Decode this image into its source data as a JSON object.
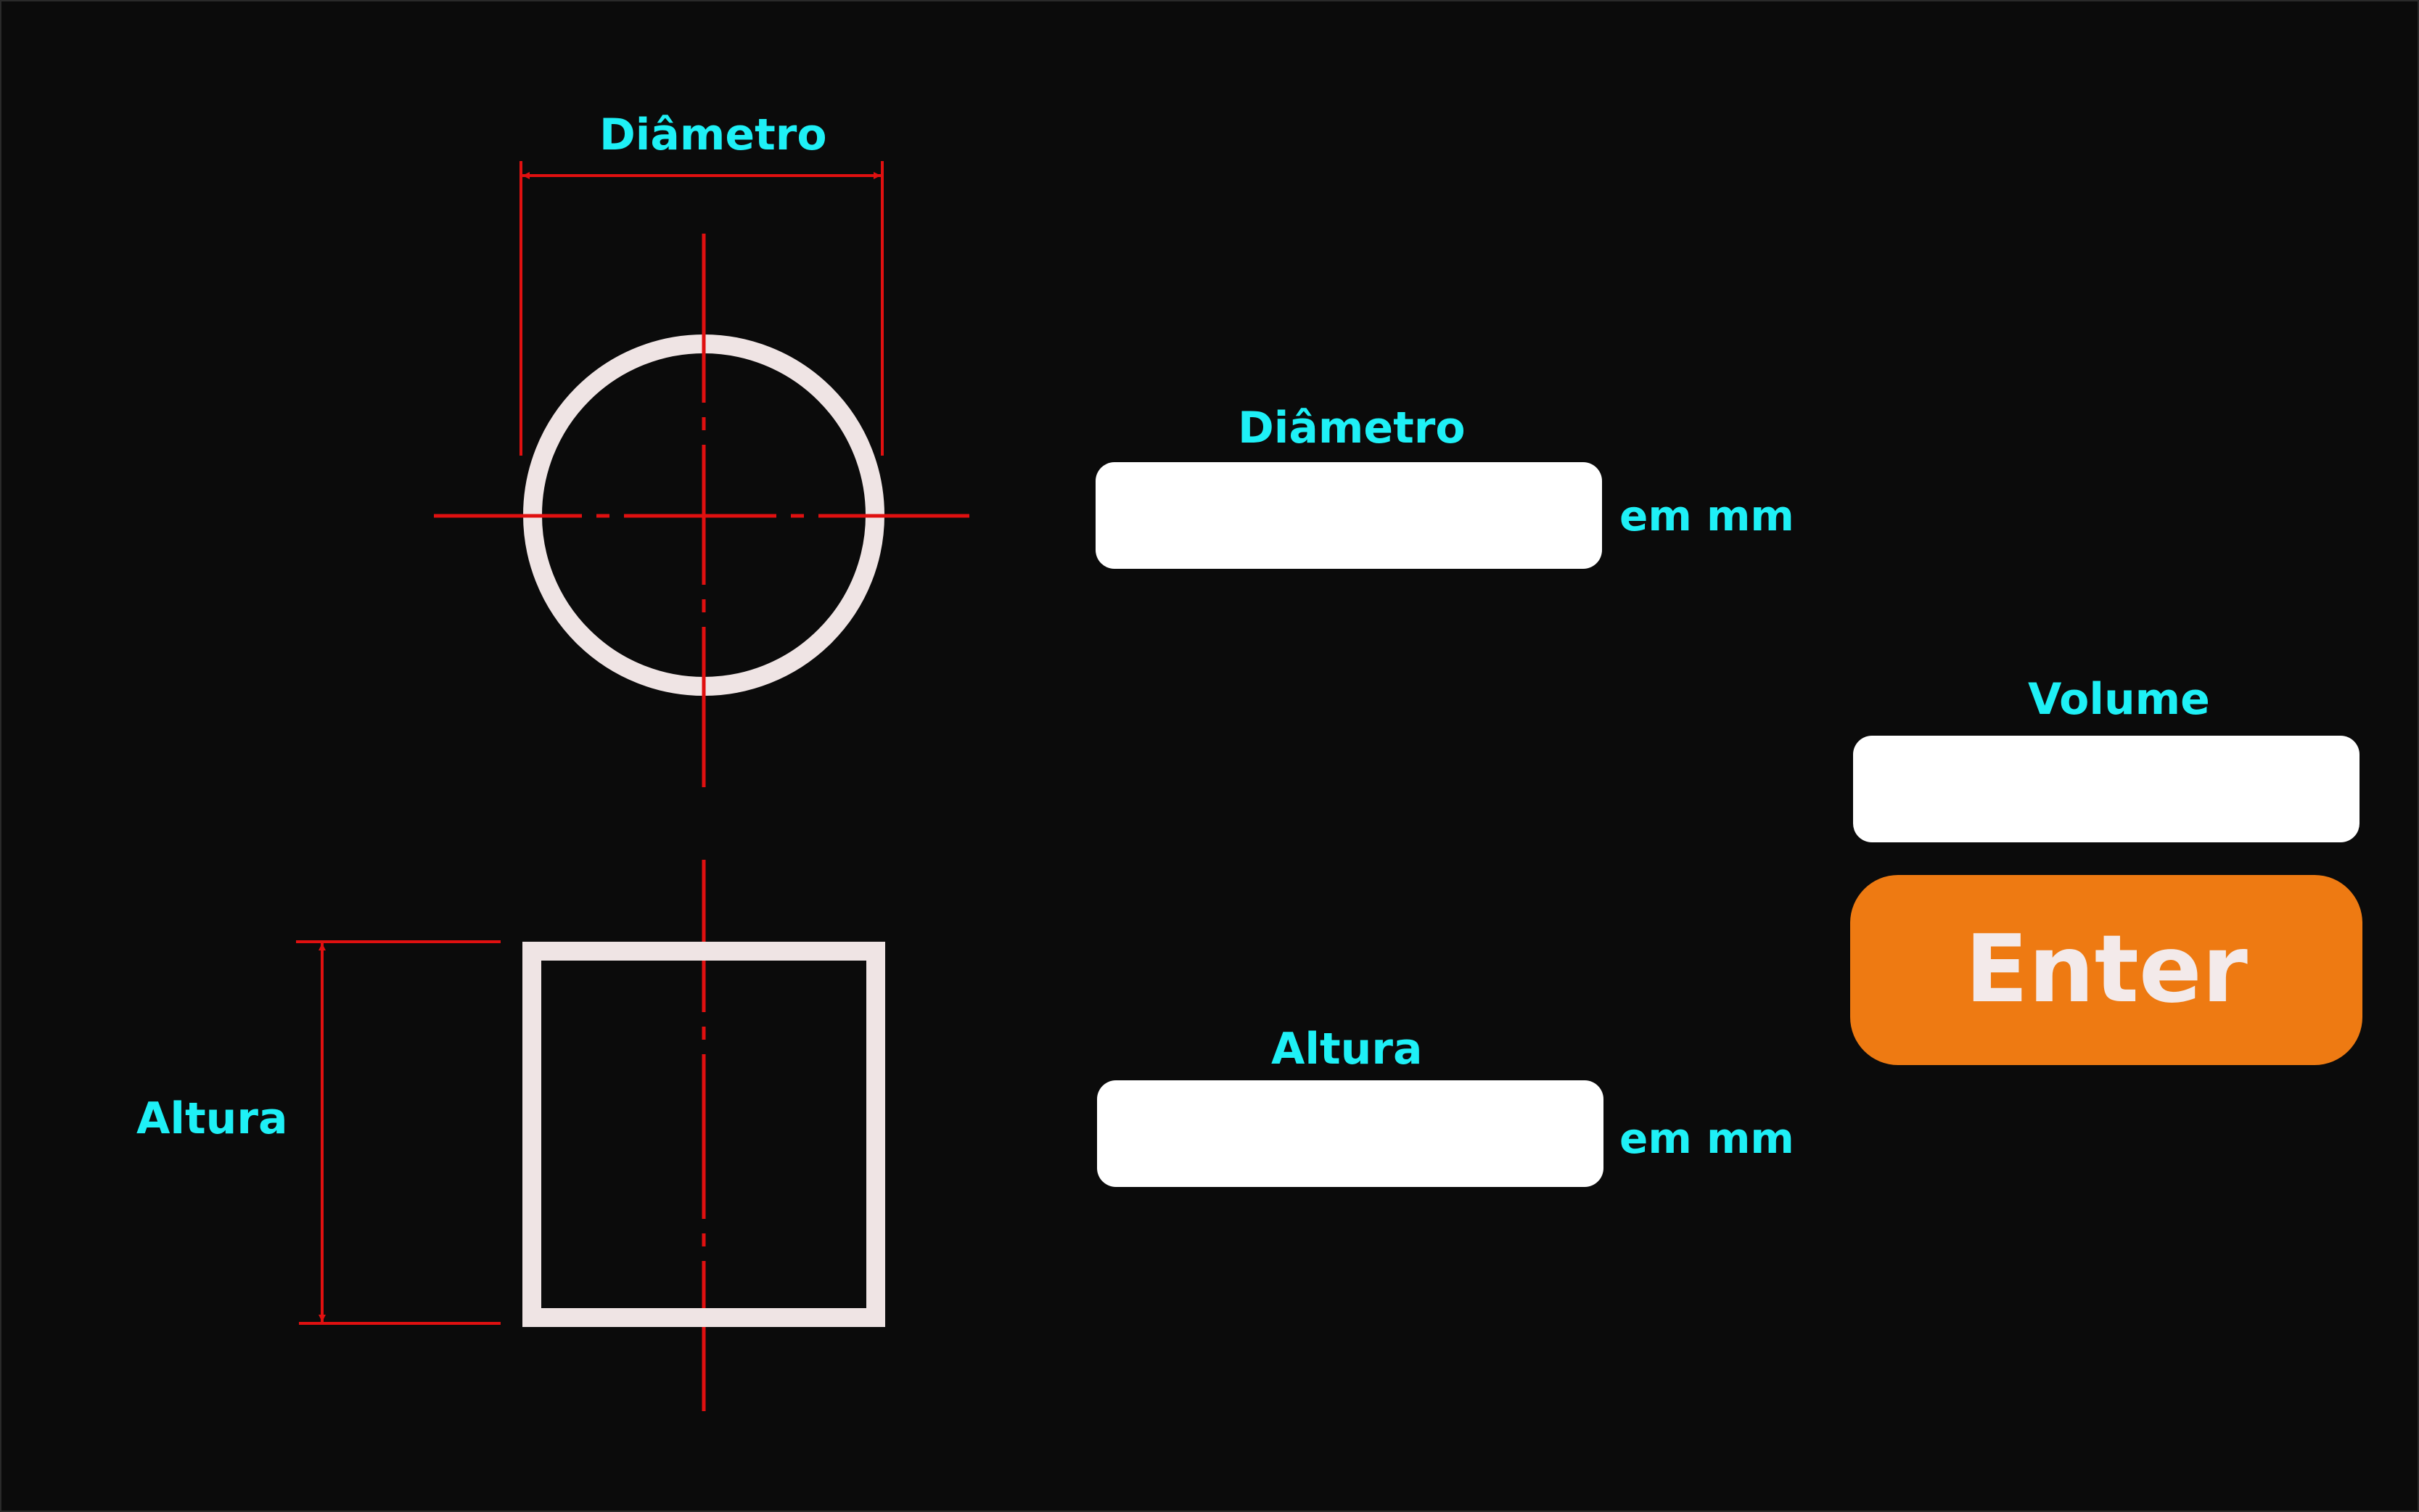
{
  "colors": {
    "background": "#0b0b0b",
    "label": "#1ef0f6",
    "dimension_line": "#e01010",
    "shape_outline": "#efe4e4",
    "button": "#ee7a12",
    "button_text": "#f3eaea",
    "field": "#ffffff"
  },
  "drawing": {
    "top_view_label": "Diâmetro",
    "side_view_label": "Altura"
  },
  "form": {
    "diameter": {
      "label": "Diâmetro",
      "value": "",
      "unit": "em mm"
    },
    "height": {
      "label": "Altura",
      "value": "",
      "unit": "em mm"
    },
    "volume": {
      "label": "Volume",
      "value": ""
    },
    "enter_label": "Enter"
  },
  "icons": {
    "circle": "cylinder-top-view-icon",
    "rect": "cylinder-side-view-icon",
    "arrow": "dimension-arrow-icon"
  }
}
